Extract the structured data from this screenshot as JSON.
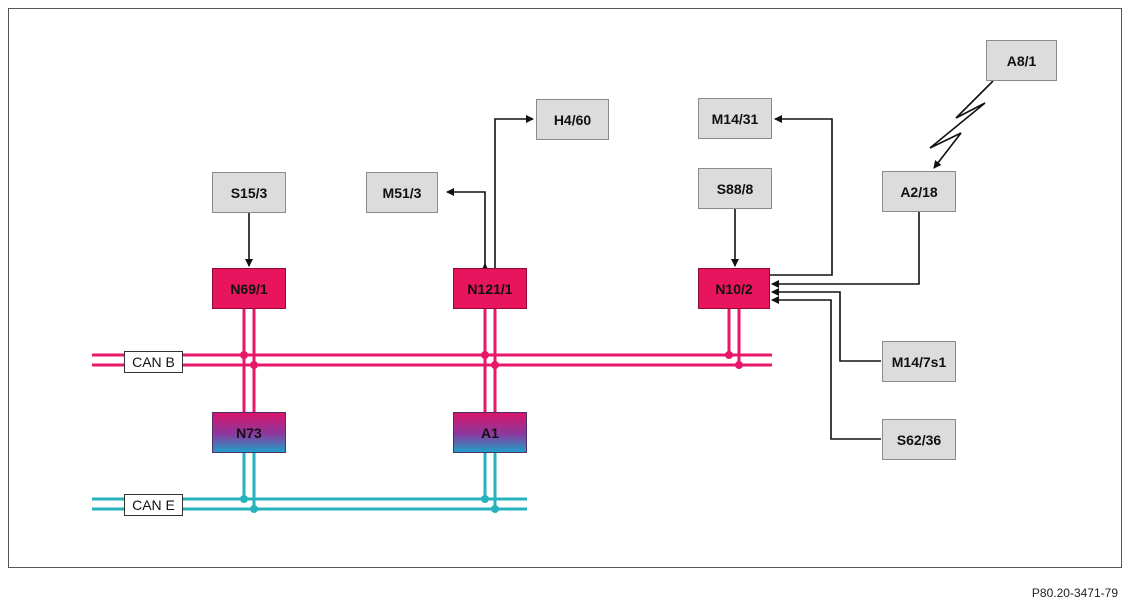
{
  "components": {
    "a8_1": "A8/1",
    "h4_60": "H4/60",
    "m14_31": "M14/31",
    "m51_3": "M51/3",
    "s15_3": "S15/3",
    "s88_8": "S88/8",
    "a2_18": "A2/18",
    "n69_1": "N69/1",
    "n121_1": "N121/1",
    "n10_2": "N10/2",
    "m14_7s1": "M14/7s1",
    "s62_36": "S62/36",
    "n73": "N73",
    "a1": "A1"
  },
  "buses": {
    "can_b": "CAN B",
    "can_e": "CAN E"
  },
  "colors": {
    "can_b": "#e8176a",
    "can_e": "#26b3bd",
    "ecu_fill": "#e8155e",
    "component_fill": "#dcdcdc"
  },
  "reference": "P80.20-3471-79"
}
